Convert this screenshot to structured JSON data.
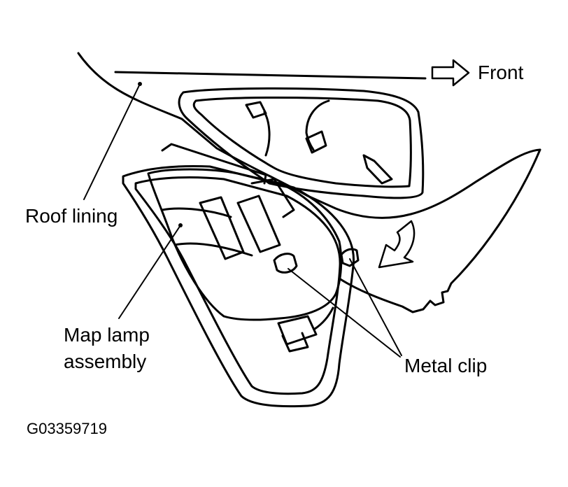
{
  "labels": {
    "front": "Front",
    "roof_lining": "Roof lining",
    "map_lamp_line1": "Map lamp",
    "map_lamp_line2": "assembly",
    "metal_clip": "Metal clip",
    "figure_code": "G03359719"
  },
  "colors": {
    "ink": "#000000",
    "paper": "#ffffff"
  }
}
